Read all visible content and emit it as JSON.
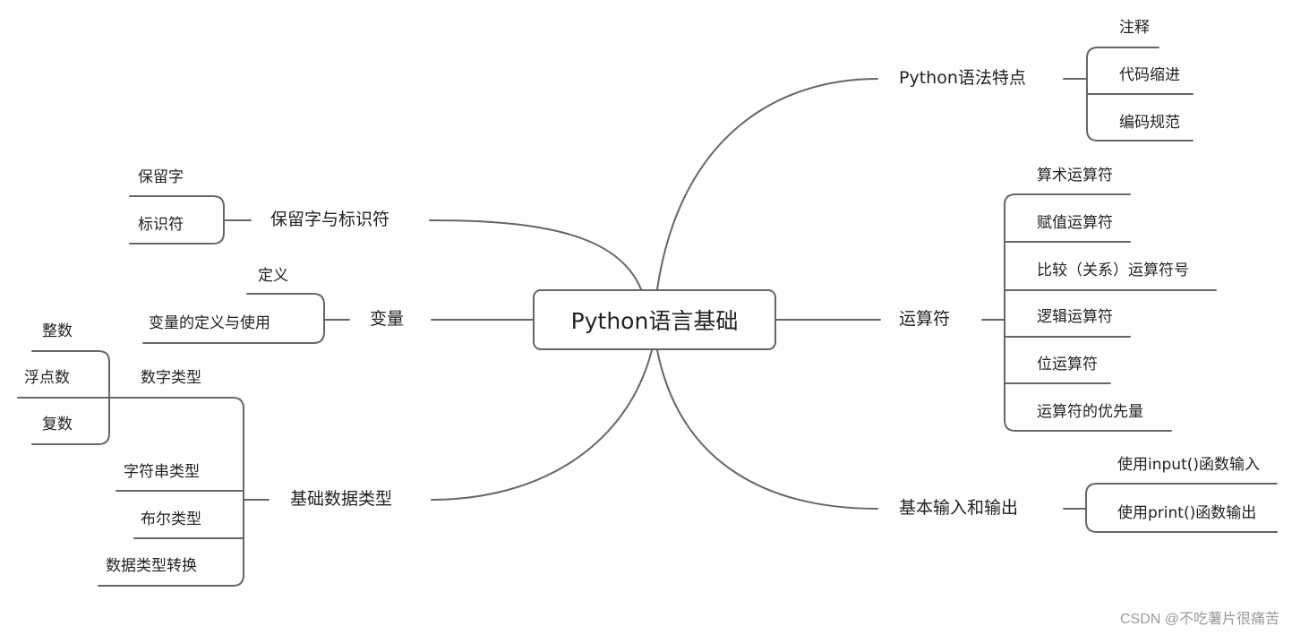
{
  "central": "Python语言基础",
  "branches": {
    "syntax": {
      "label": "Python语法特点",
      "items": [
        "注释",
        "代码缩进",
        "编码规范"
      ]
    },
    "operators": {
      "label": "运算符",
      "items": [
        "算术运算符",
        "赋值运算符",
        "比较（关系）运算符号",
        "逻辑运算符",
        "位运算符",
        "运算符的优先量"
      ]
    },
    "io": {
      "label": "基本输入和输出",
      "items": [
        "使用input()函数输入",
        "使用print()函数输出"
      ]
    },
    "reserved": {
      "label": "保留字与标识符",
      "items": [
        "保留字",
        "标识符"
      ]
    },
    "variables": {
      "label": "变量",
      "items": [
        "定义",
        "变量的定义与使用"
      ]
    },
    "datatypes": {
      "label": "基础数据类型",
      "items": [
        "数字类型",
        "字符串类型",
        "布尔类型",
        "数据类型转换"
      ],
      "number_items": [
        "整数",
        "浮点数",
        "复数"
      ]
    }
  },
  "watermark": "CSDN @不吃薯片很痛苦",
  "colors": {
    "line": "#666666",
    "text": "#222222",
    "watermark": "#9a9a9a"
  }
}
